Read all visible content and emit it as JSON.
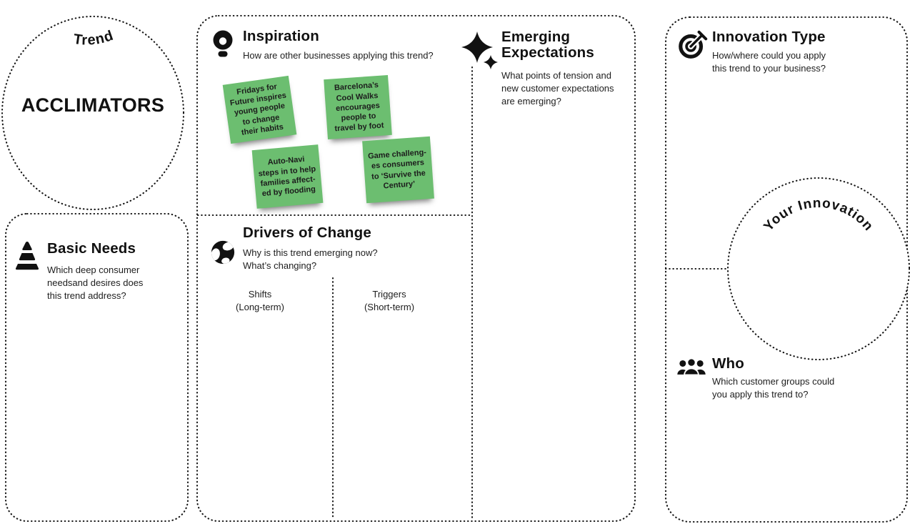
{
  "trend": {
    "arc_label": "Trend",
    "value": "ACCLIMATORS"
  },
  "inspiration": {
    "title": "Inspiration",
    "subtitle": "How are other businesses applying this trend?",
    "note_color": "#6cbe70",
    "notes": [
      {
        "text": "Fridays for\nFuture inspires\nyoung people\nto change\ntheir habits"
      },
      {
        "text": "Barcelona’s\nCool Walks\nencourages\npeople to\ntravel by foot"
      },
      {
        "text": "Auto-Navi\nsteps in to help\nfamilies affect-\ned by flooding"
      },
      {
        "text": "Game challeng-\nes consumers\nto ‘Survive the\nCentury’"
      }
    ]
  },
  "emerging_expectations": {
    "title": "Emerging\nExpectations",
    "subtitle": "What points of tension and\nnew customer expectations\nare emerging?"
  },
  "drivers_of_change": {
    "title": "Drivers of Change",
    "subtitle": "Why is this trend emerging now?\nWhat’s changing?",
    "columns": [
      {
        "label": "Shifts\n(Long-term)"
      },
      {
        "label": "Triggers\n(Short-term)"
      }
    ]
  },
  "basic_needs": {
    "title": "Basic Needs",
    "subtitle": "Which deep consumer\nneedsand desires does\nthis trend address?"
  },
  "innovation_type": {
    "title": "Innovation Type",
    "subtitle": "How/where could you apply\nthis trend to your business?"
  },
  "your_innovation": {
    "arc_label": "Your Innovation"
  },
  "who": {
    "title": "Who",
    "subtitle": "Which customer groups could\nyou apply this trend to?"
  },
  "colors": {
    "ink": "#161616",
    "background": "#ffffff",
    "note_green": "#6cbe70"
  }
}
